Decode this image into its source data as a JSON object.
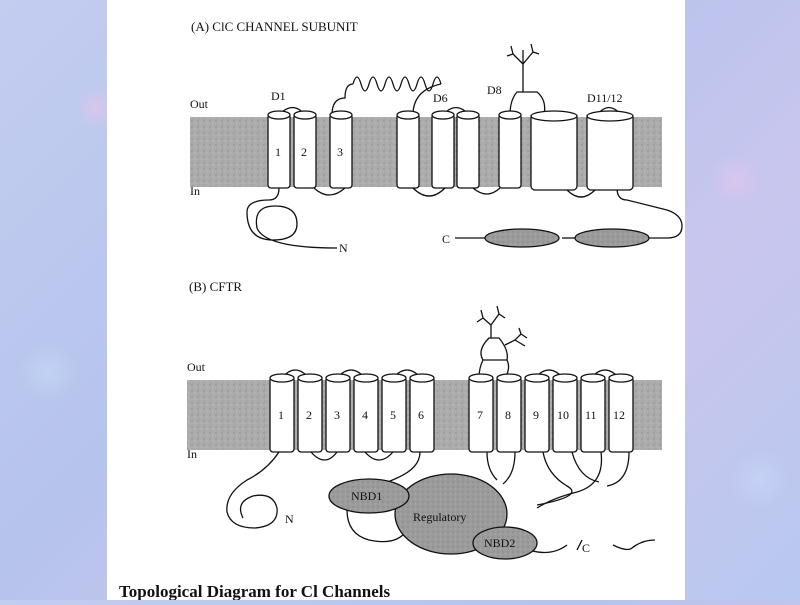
{
  "figure": {
    "panel_a": {
      "title": "(A)  ClC CHANNEL SUBUNIT",
      "out_label": "Out",
      "in_label": "In",
      "domain_labels": [
        "D1",
        "D6",
        "D8",
        "D11/12"
      ],
      "helix_numbers": [
        "1",
        "2",
        "3"
      ],
      "n_term": "N",
      "c_term": "C"
    },
    "panel_b": {
      "title": "(B)  CFTR",
      "out_label": "Out",
      "in_label": "In",
      "helix_numbers": [
        "1",
        "2",
        "3",
        "4",
        "5",
        "6",
        "7",
        "8",
        "9",
        "10",
        "11",
        "12"
      ],
      "nbd1": "NBD1",
      "regulatory": "Regulatory",
      "nbd2": "NBD2",
      "n_term": "N",
      "c_term": "C"
    },
    "caption": "Topological Diagram for Cl Channels"
  },
  "colors": {
    "membrane": "#aaaaaa",
    "domain_fill": "#9a9a9a",
    "background": "#b9c6ec"
  }
}
